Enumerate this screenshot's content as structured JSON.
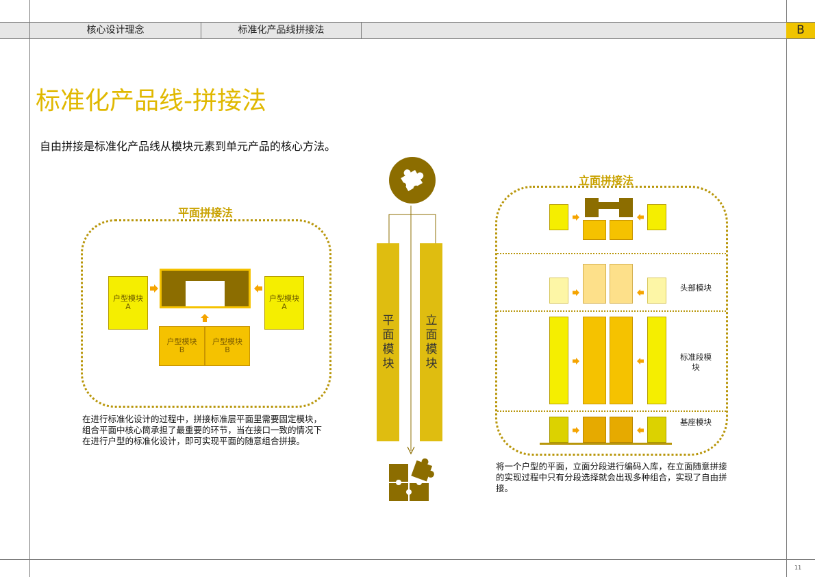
{
  "header": {
    "tabs": [
      "核心设计理念",
      "标准化产品线拼接法"
    ],
    "badge": "B"
  },
  "page_title": "标准化产品线-拼接法",
  "subtitle": "自由拼接是标准化产品线从模块元素到单元产品的核心方法。",
  "plan": {
    "title": "平面拼接法",
    "unit_a_left": "户型模块\nA",
    "unit_a_right": "户型模块\nA",
    "unit_b_left": "户型模块\nB",
    "unit_b_right": "户型模块\nB",
    "description": "在进行标准化设计的过程中，拼接标准层平面里需要固定模块，组合平面中核心筒承担了最重要的环节，当在接口一致的情况下在进行户型的标准化设计，即可实现平面的随意组合拼接。"
  },
  "center": {
    "bar_left": "平面模块",
    "bar_right": "立面模块"
  },
  "elevation": {
    "title": "立面拼接法",
    "label_head": "头部模块",
    "label_standard": "标准段模块",
    "label_base": "基座模块",
    "description": "将一个户型的平面，立面分段进行编码入库，在立面随意拼接的实现过程中只有分段选择就会出现多种组合，实现了自由拼接。"
  },
  "page_number": "11",
  "colors": {
    "accent": "#e0b800",
    "dark_gold": "#8c6d00",
    "yellow": "#f5ee00",
    "gold": "#f5c200",
    "frame": "#b8960a"
  }
}
